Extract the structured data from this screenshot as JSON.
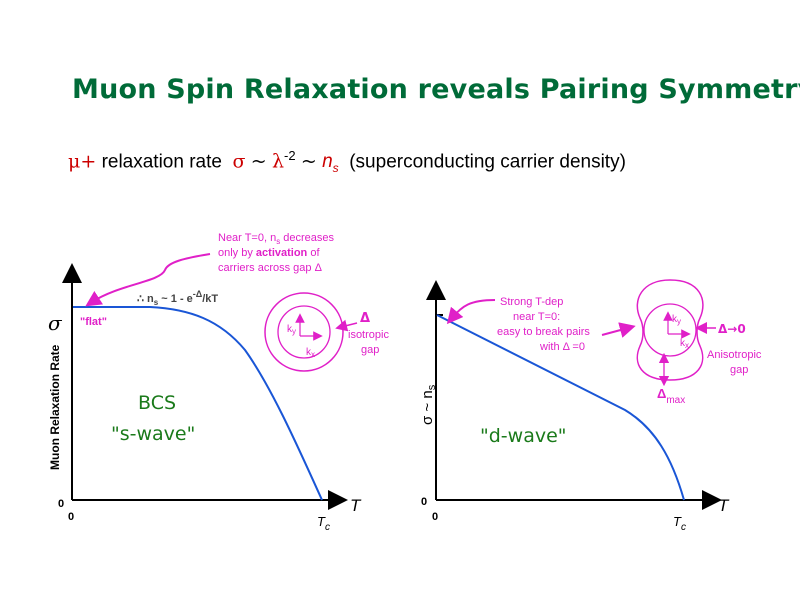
{
  "title": "Muon Spin Relaxation reveals Pairing Symmetry",
  "subtitle": {
    "mu_plus": "μ+",
    "relaxation_rate": "relaxation rate",
    "sigma": "σ",
    "tilde": "~",
    "lambda": "λ",
    "exponent": "-2",
    "n": "n",
    "s": "s",
    "parenthetical": "(superconducting carrier density)"
  },
  "left_plot": {
    "ylabel": "Muon Relaxation Rate",
    "y_symbol": "σ",
    "origin_y": "0",
    "origin_x": "0",
    "x_symbol": "T",
    "tc_label": "T",
    "tc_sub": "c",
    "flat_label": "\"flat\"",
    "formula_prefix": "∴ n",
    "formula_sub": "s",
    "formula_mid": " ~ 1 - e",
    "formula_exp": "-Δ",
    "formula_kt": "/kT",
    "annotation_line1": "Near T=0,  n",
    "annotation_sub": "s",
    "annotation_line1b": " decreases",
    "annotation_line2a": "only by ",
    "annotation_line2b": "activation",
    "annotation_line2c": " of",
    "annotation_line3": "carriers across gap Δ",
    "gap_symbol": "Δ",
    "gap_label1": "isotropic",
    "gap_label2": "gap",
    "ky": "k",
    "ky_sub": "y",
    "kx": "k",
    "kx_sub": "x",
    "bcs": "BCS",
    "wave_label": "\"s-wave\""
  },
  "right_plot": {
    "ylabel": "σ ~ n",
    "ylabel_sub": "s",
    "origin_y": "0",
    "origin_x": "0",
    "x_symbol": "T",
    "tc_label": "T",
    "tc_sub": "c",
    "annotation_line1": "Strong T-dep",
    "annotation_line2": "near T=0:",
    "annotation_line3": "easy to break pairs",
    "annotation_line4": "with  Δ =0",
    "gap_arrow_label": "Δ→0",
    "gap_label1": "Anisotropic",
    "gap_label2": "gap",
    "delta_max": "Δ",
    "delta_max_sub": "max",
    "ky": "k",
    "ky_sub": "y",
    "kx": "k",
    "kx_sub": "x",
    "wave_label": "\"d-wave\""
  },
  "colors": {
    "title": "#006b38",
    "highlight": "#cc0000",
    "annotation": "#e020c8",
    "curve": "#1a56d6",
    "wave_label": "#1a7a1a"
  }
}
